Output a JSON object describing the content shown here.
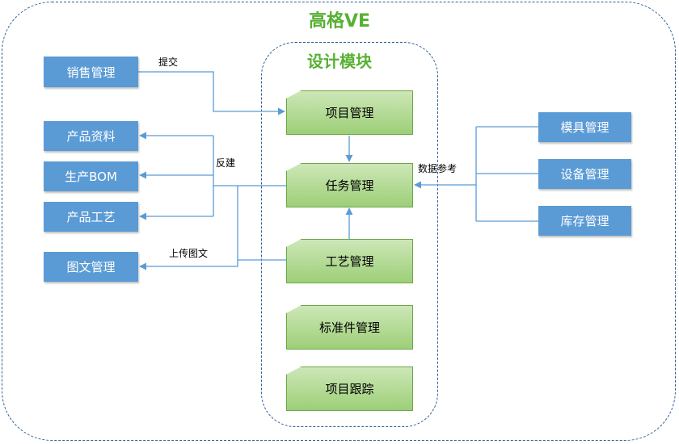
{
  "title": "高格VE",
  "module_title": "设计模块",
  "left_boxes": {
    "sales": "销售管理",
    "product_data": "产品资料",
    "production_bom": "生产BOM",
    "product_process": "产品工艺",
    "drawing_docs": "图文管理"
  },
  "modules": {
    "project": "项目管理",
    "task": "任务管理",
    "process": "工艺管理",
    "standard_parts": "标准件管理",
    "project_tracking": "项目跟踪"
  },
  "right_boxes": {
    "mold": "模具管理",
    "equipment": "设备管理",
    "inventory": "库存管理"
  },
  "edge_labels": {
    "submit": "提交",
    "feedback_build": "反建",
    "data_reference": "数据参考",
    "upload_drawings": "上传图文"
  },
  "colors": {
    "accent_green": "#58b033",
    "box_blue": "#5b9bd5",
    "module_green": "#a9d68a",
    "line_blue": "#5b9bd5",
    "frame_dash": "#2f5f95"
  }
}
